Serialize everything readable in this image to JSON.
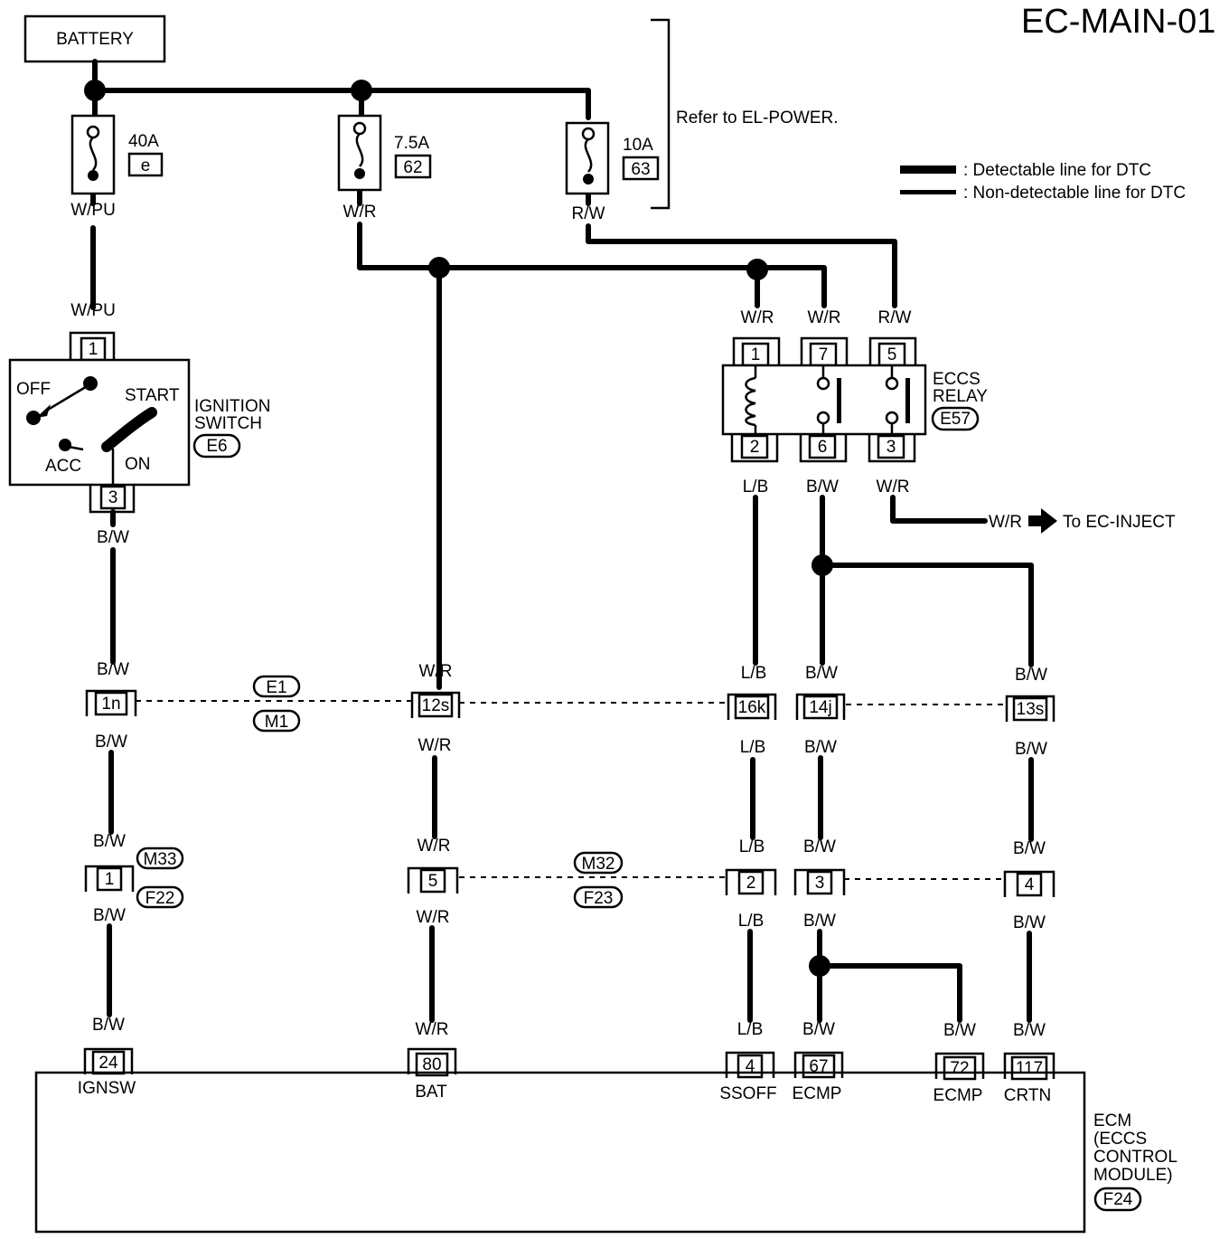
{
  "title": "EC-MAIN-01",
  "battery": "BATTERY",
  "refer": "Refer to EL-POWER.",
  "legend": {
    "detectable": ": Detectable line for DTC",
    "non_detectable": ": Non-detectable line for DTC"
  },
  "fuses": [
    {
      "amp": "40A",
      "id": "e"
    },
    {
      "amp": "7.5A",
      "id": "62"
    },
    {
      "amp": "10A",
      "id": "63"
    }
  ],
  "ignition": {
    "name1": "IGNITION",
    "name2": "SWITCH",
    "connector": "E6",
    "off": "OFF",
    "start": "START",
    "acc": "ACC",
    "on": "ON",
    "pin_top": "1",
    "pin_bottom": "3"
  },
  "relay": {
    "name1": "ECCS",
    "name2": "RELAY",
    "connector": "E57",
    "pins_top": [
      "1",
      "7",
      "5"
    ],
    "pins_bottom": [
      "2",
      "6",
      "3"
    ]
  },
  "inject": {
    "wire": "W/R",
    "label": "To EC-INJECT"
  },
  "wires": {
    "wpu": "W/PU",
    "wr": "W/R",
    "rw": "R/W",
    "bw": "B/W",
    "lb": "L/B"
  },
  "joint1": {
    "connector_a": "E1",
    "connector_b": "M1",
    "pins": [
      "1n",
      "12s",
      "16k",
      "14j",
      "13s"
    ]
  },
  "joint2": {
    "connector_a": "M32",
    "connector_b": "F23",
    "left_a": "M33",
    "left_b": "F22",
    "pins": [
      "1",
      "5",
      "2",
      "3",
      "4"
    ]
  },
  "ecm": {
    "pins": [
      "24",
      "80",
      "4",
      "67",
      "72",
      "117"
    ],
    "terminals": [
      "IGNSW",
      "BAT",
      "SSOFF",
      "ECMP",
      "ECMP",
      "CRTN"
    ],
    "name1": "ECM",
    "name2": "(ECCS",
    "name3": "CONTROL",
    "name4": "MODULE)",
    "connector": "F24"
  }
}
